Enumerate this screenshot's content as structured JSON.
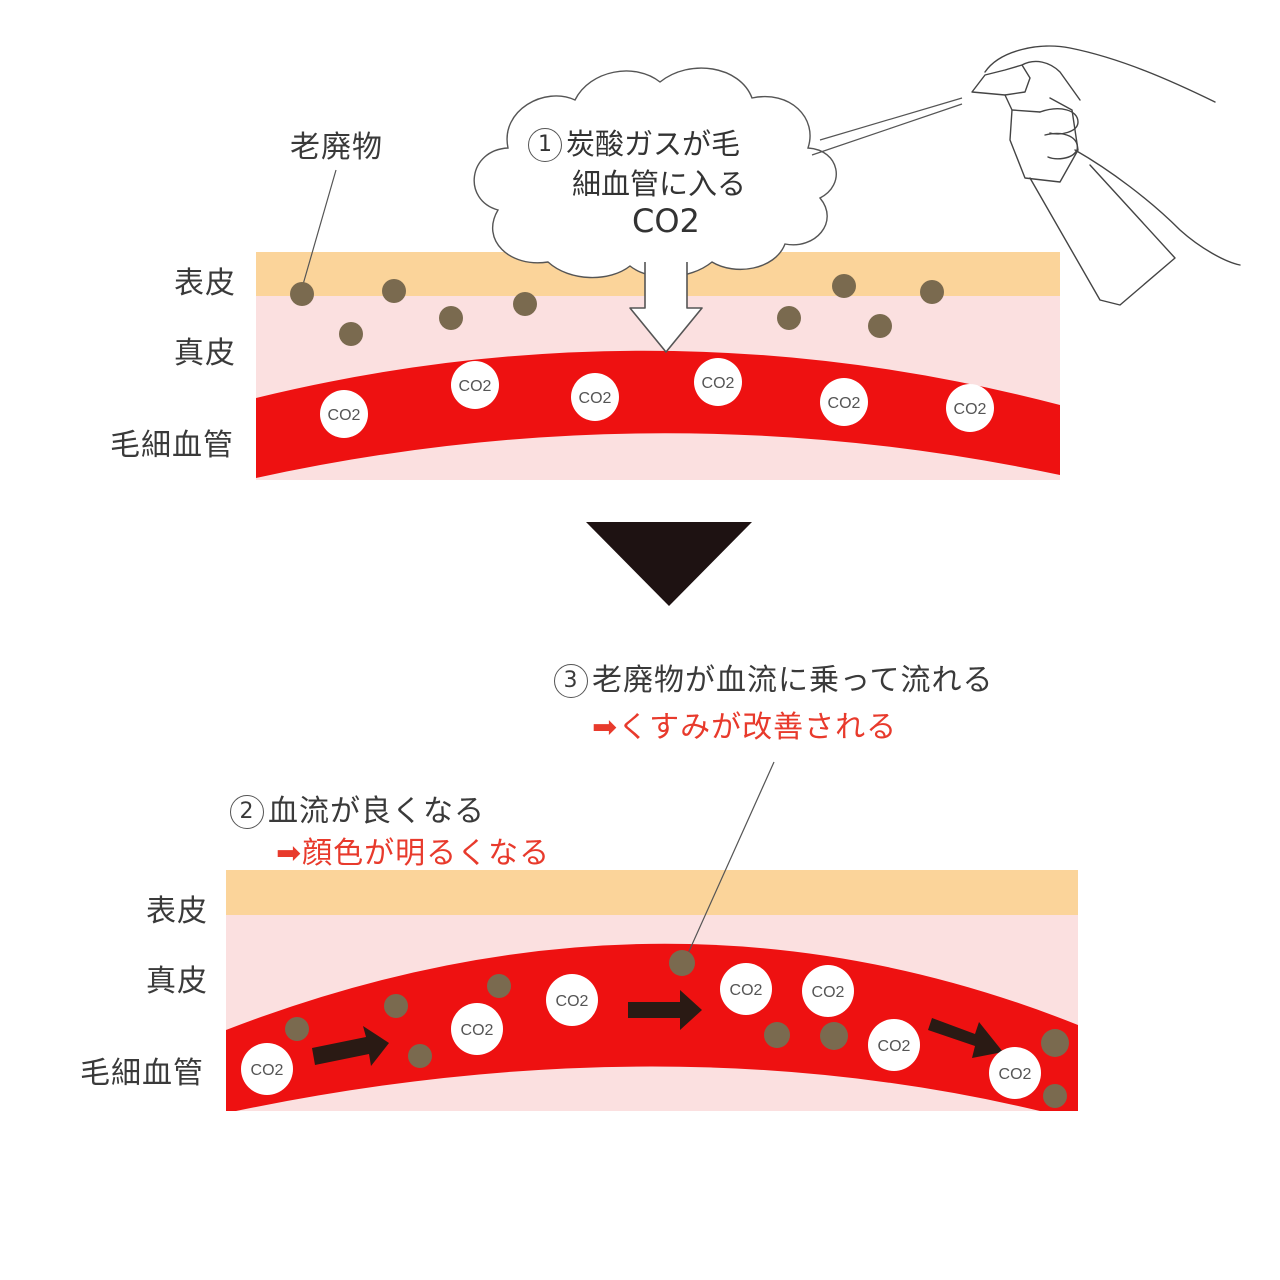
{
  "top_panel": {
    "label_waste": "老廃物",
    "label_epidermis": "表皮",
    "label_dermis": "真皮",
    "label_capillary": "毛細血管",
    "step1_number": "1",
    "step1_line1": "炭酸ガスが毛",
    "step1_line2": "細血管に入る",
    "step1_co2": "CO2"
  },
  "bottom_panel": {
    "label_epidermis": "表皮",
    "label_dermis": "真皮",
    "label_capillary": "毛細血管",
    "step2_number": "2",
    "step2_text": "血流が良くなる",
    "step2_result": "➡顔色が明るくなる",
    "step3_number": "3",
    "step3_text": "老廃物が血流に乗って流れる",
    "step3_result": "➡くすみが改善される"
  },
  "bubble_label": "CO2",
  "colors": {
    "epidermis": "#fbd49a",
    "dermis": "#fbe0e0",
    "blood": "#ee1111",
    "waste": "#7a6a4f",
    "accent_text": "#e83a2c",
    "transition_arrow": "#1e1212"
  }
}
